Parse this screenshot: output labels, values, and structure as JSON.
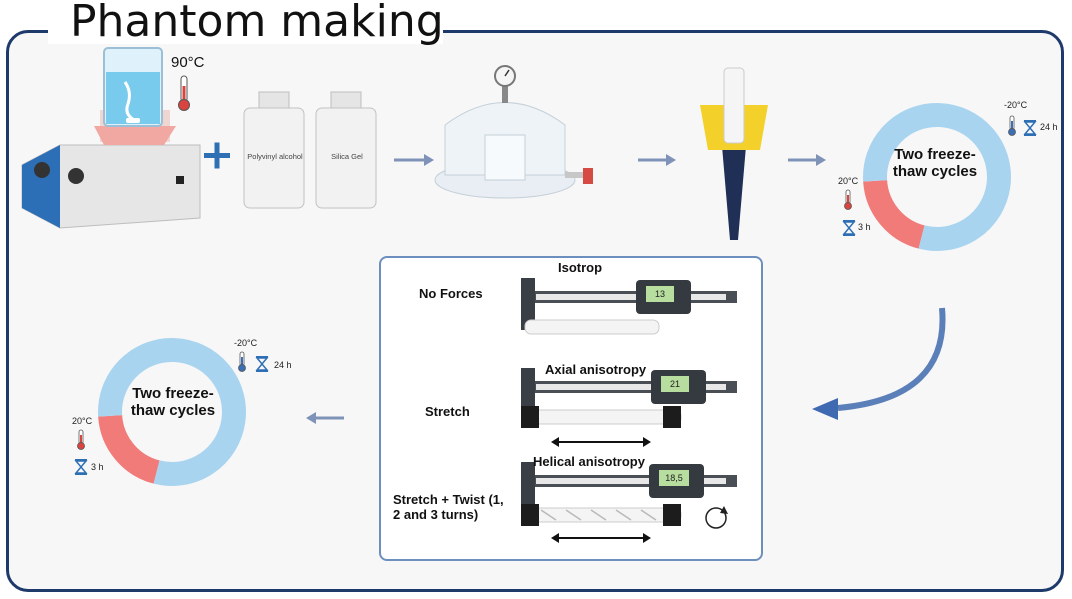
{
  "title": "Phantom making",
  "hotplate": {
    "temperature": "90°C"
  },
  "bottles": [
    {
      "label": "Polyvinyl alcohol"
    },
    {
      "label": "Silica Gel"
    }
  ],
  "cycles_top": {
    "label": "Two freeze-thaw cycles",
    "freeze": {
      "temp": "-20°C",
      "duration": "24 h",
      "fraction": 0.8
    },
    "thaw": {
      "temp": "20°C",
      "duration": "3 h",
      "fraction": 0.2
    }
  },
  "cycles_bottom": {
    "label": "Two freeze-thaw cycles",
    "freeze": {
      "temp": "-20°C",
      "duration": "24 h",
      "fraction": 0.8
    },
    "thaw": {
      "temp": "20°C",
      "duration": "3 h",
      "fraction": 0.2
    }
  },
  "conditions": [
    {
      "group": "Isotrop",
      "name": "No Forces",
      "caliper_value": "13"
    },
    {
      "group": "Axial anisotropy",
      "name": "Stretch",
      "caliper_value": "21"
    },
    {
      "group": "Helical anisotropy",
      "name": "Stretch + Twist (1, 2 and 3 turns)",
      "caliper_value": "18,5"
    }
  ],
  "colors": {
    "frame": "#1e3a6b",
    "freeze": "#a9d4ef",
    "thaw": "#f07b78",
    "arrow": "#7f93b8",
    "plus": "#2f6fb3",
    "panel_border": "#6d8fbe"
  }
}
